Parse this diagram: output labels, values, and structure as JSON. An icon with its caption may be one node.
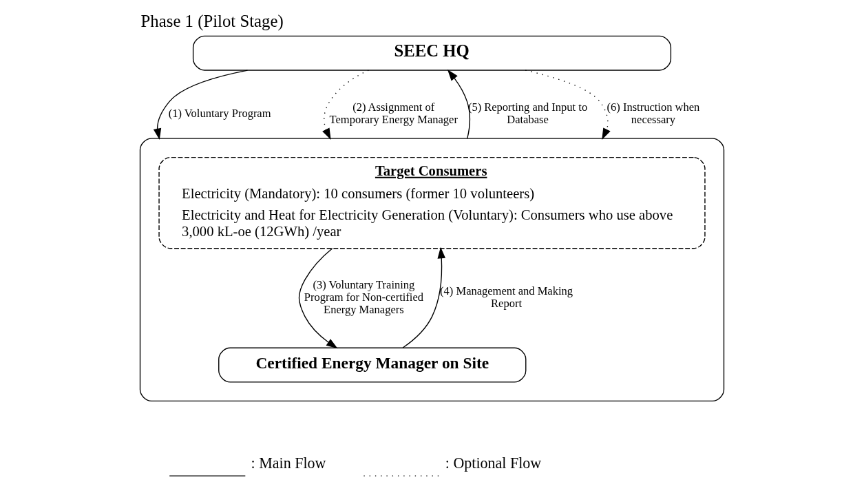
{
  "diagram": {
    "title": "Phase 1 (Pilot Stage)",
    "nodes": [
      {
        "text": [
          "SEEC HQ"
        ]
      },
      {
        "text": [],
        "shape": "box"
      },
      {
        "text": [
          "Target Consumers",
          "Electricity (Mandatory): 10 consumers (former 10 volunteers)",
          "Electricity and Heat for Electricity Generation (Voluntary): Consumers who use above 3,000 kL-oe (12GWh) /year"
        ],
        "in": 1
      },
      {
        "text": [
          "Certified Energy Manager on Site"
        ],
        "in": 1
      }
    ],
    "edges": [
      {
        "from": 0,
        "to": 1,
        "arrow": "to",
        "label": "(1) Voluntary Program"
      },
      {
        "from": 0,
        "to": 1,
        "arrow": "to",
        "label": "(2) Assignment of Temporary Energy Manager",
        "style": "dashed"
      },
      {
        "from": 1,
        "to": 0,
        "arrow": "to",
        "label": "(5) Reporting and Input to Database"
      },
      {
        "from": 0,
        "to": 1,
        "arrow": "to",
        "label": "(6) Instruction when necessary",
        "style": "dashed"
      },
      {
        "from": 2,
        "to": 3,
        "arrow": "to",
        "label": "(3) Voluntary Training Program for Non-certified Energy Managers"
      },
      {
        "from": 3,
        "to": 2,
        "arrow": "to",
        "label": "(4) Management and Making Report"
      }
    ],
    "legend": [
      {
        "text": ": Main Flow"
      },
      {
        "text": ": Optional Flow"
      }
    ]
  }
}
